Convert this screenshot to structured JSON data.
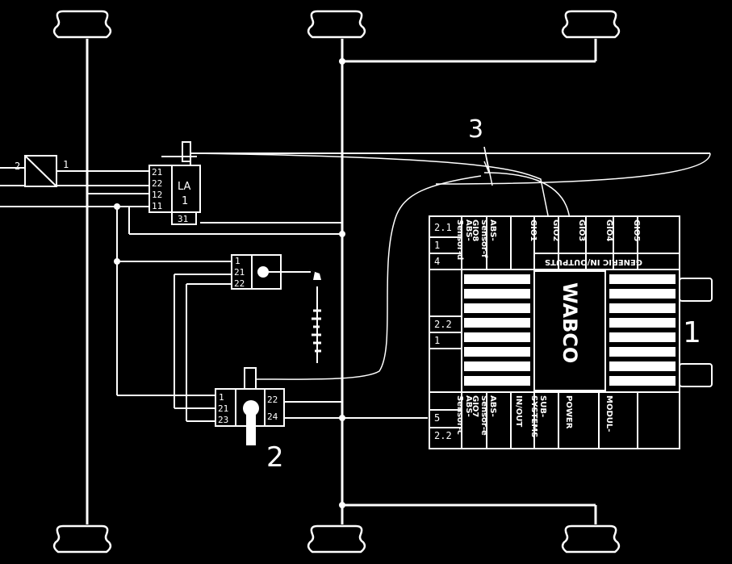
{
  "callouts": {
    "one": "1",
    "two": "2",
    "three": "3"
  },
  "valve": {
    "label": "LA",
    "num": "1",
    "ports_left": [
      "21",
      "22",
      "12",
      "11"
    ],
    "port_bottom": "31"
  },
  "small_block": {
    "num": "2",
    "out": "1"
  },
  "height_valve": {
    "ports": [
      "1",
      "21",
      "22"
    ]
  },
  "lever_valve": {
    "ports_left": [
      "1",
      "21",
      "23"
    ],
    "ports_right": [
      "22",
      "24"
    ]
  },
  "ecu": {
    "brand": "WABCO",
    "left_labels": [
      "2.1",
      "1",
      "4",
      "2.2",
      "1",
      "5",
      "2.2"
    ],
    "top_cells": [
      "ABS-\nSensor-d",
      "ABS-\nSensor-f\nGIO8",
      "GIO1",
      "GIO2",
      "GIO3",
      "GIO4",
      "GIO5"
    ],
    "top_caption": "GENERIC IN/OUTPUTS",
    "bottom_cells": [
      "ABS-\nSensor-c",
      "ABS-\nSensor-e\nGIO7",
      "IN/OUT",
      "SUB-\nSYSTEMS",
      "POWER",
      "MODUL-"
    ]
  },
  "colors": {
    "background": "#000000",
    "line": "#ffffff"
  }
}
